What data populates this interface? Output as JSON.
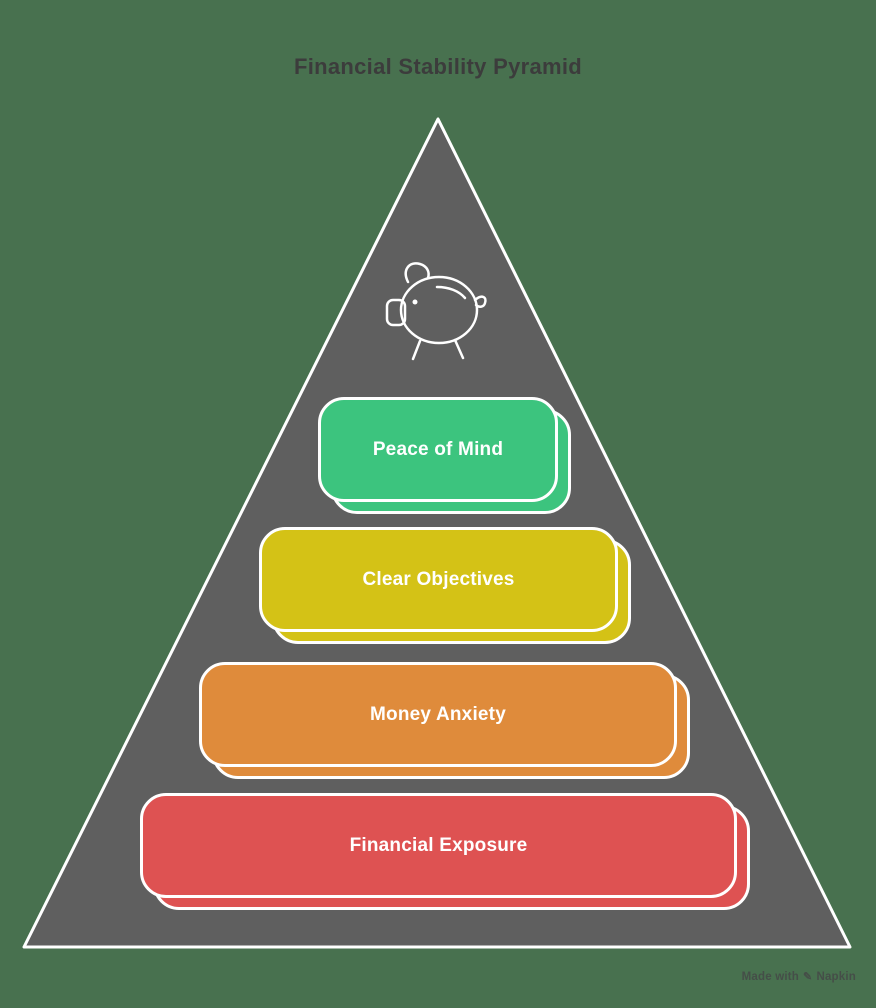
{
  "title": "Financial Stability Pyramid",
  "colors": {
    "page_background": "#48714F",
    "pyramid_fill": "#5F5F5F",
    "outline": "#FFFFFF",
    "title_text": "#3C3C3C",
    "level_text": "#FFFFFF",
    "watermark_text": "#454E48"
  },
  "icons": {
    "pyramid_top": "piggy-bank-icon",
    "watermark_logo": "napkin-logo-icon"
  },
  "pyramid": {
    "levels": [
      {
        "label": "Peace of Mind",
        "color": "#3CC47E"
      },
      {
        "label": "Clear Objectives",
        "color": "#D4C216"
      },
      {
        "label": "Money Anxiety",
        "color": "#DF8B3B"
      },
      {
        "label": "Financial Exposure",
        "color": "#DE5252"
      }
    ]
  },
  "watermark": {
    "prefix": "Made with",
    "icon_glyph": "✎",
    "brand": "Napkin"
  }
}
